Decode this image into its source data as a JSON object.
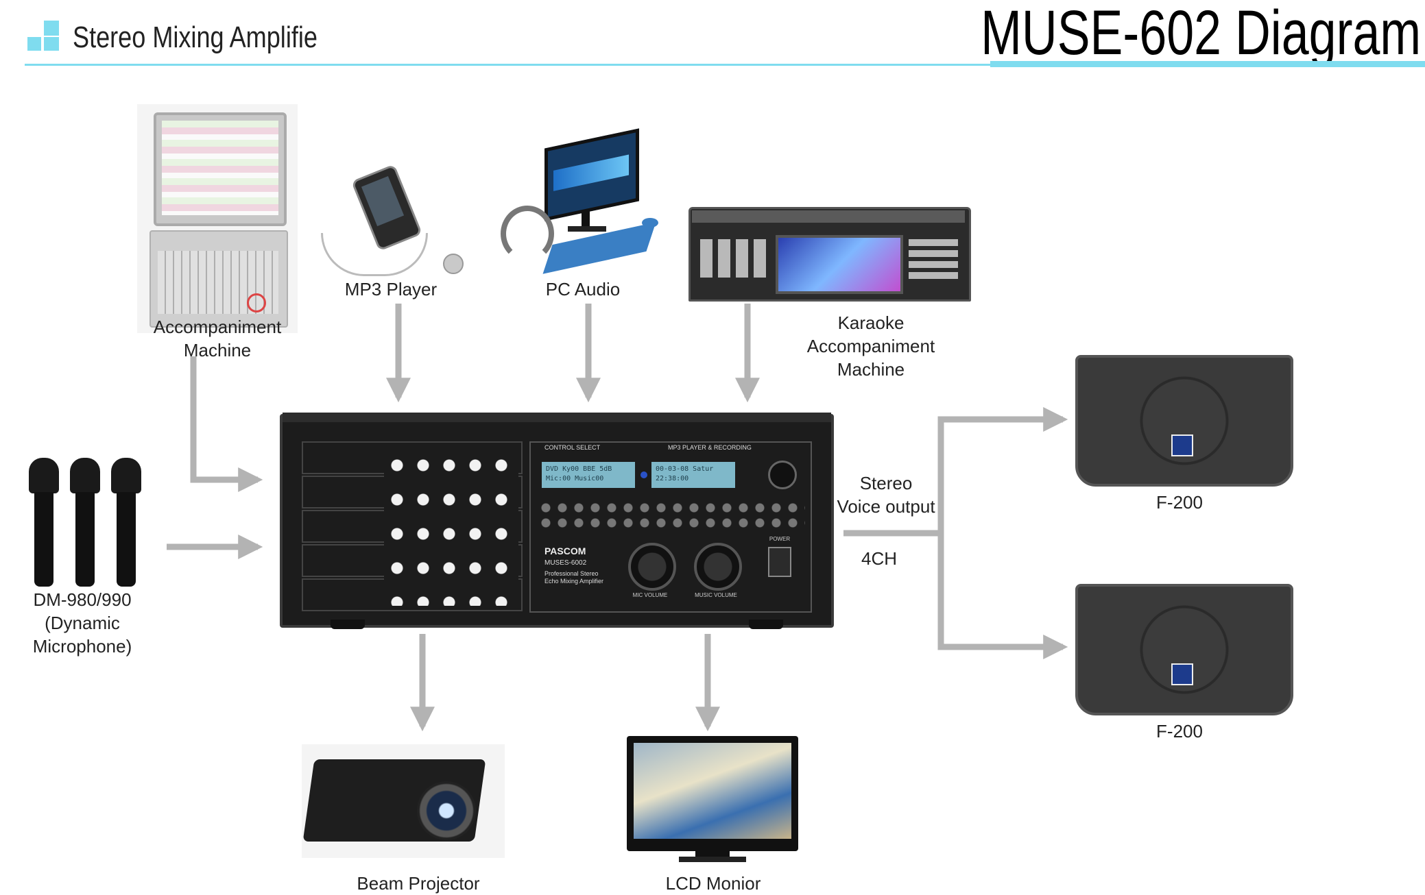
{
  "header": {
    "subtitle": "Stereo Mixing Amplifie",
    "title": "MUSE-602 Diagram",
    "accent_color": "#7fdcef"
  },
  "devices": {
    "accompaniment_machine": "Accompaniment\nMachine",
    "mp3_player": "MP3 Player",
    "pc_audio": "PC Audio",
    "karaoke_machine": "Karaoke\nAccompaniment\nMachine",
    "microphone_model": "DM-980/990",
    "microphone_type": "(Dynamic Microphone)",
    "speaker_top": "F-200",
    "speaker_bottom": "F-200",
    "beam_projector": "Beam Projector",
    "lcd_monitor": "LCD Monior"
  },
  "output": {
    "stereo_label": "Stereo\nVoice output",
    "channels_label": "4CH"
  },
  "amplifier": {
    "brand": "PASCOM",
    "model": "MUSES-6002",
    "description": "Professional Stereo Echo Mixing Amplifier",
    "section_control": "CONTROL SELECT",
    "section_mp3": "MP3 PLAYER & RECORDING",
    "lcd_line1": "DVD Ky00 BBE 5dB",
    "lcd_line2": "Mic:00  Music00",
    "clock_line1": "00-03-08 Satur",
    "clock_line2": "22:38:00",
    "mic_volume": "MIC VOLUME",
    "music_volume": "MUSIC VOLUME",
    "power": "POWER"
  },
  "colors": {
    "arrow": "#b3b3b3",
    "amp_body": "#1c1c1c",
    "lcd": "#7fb8c9"
  }
}
